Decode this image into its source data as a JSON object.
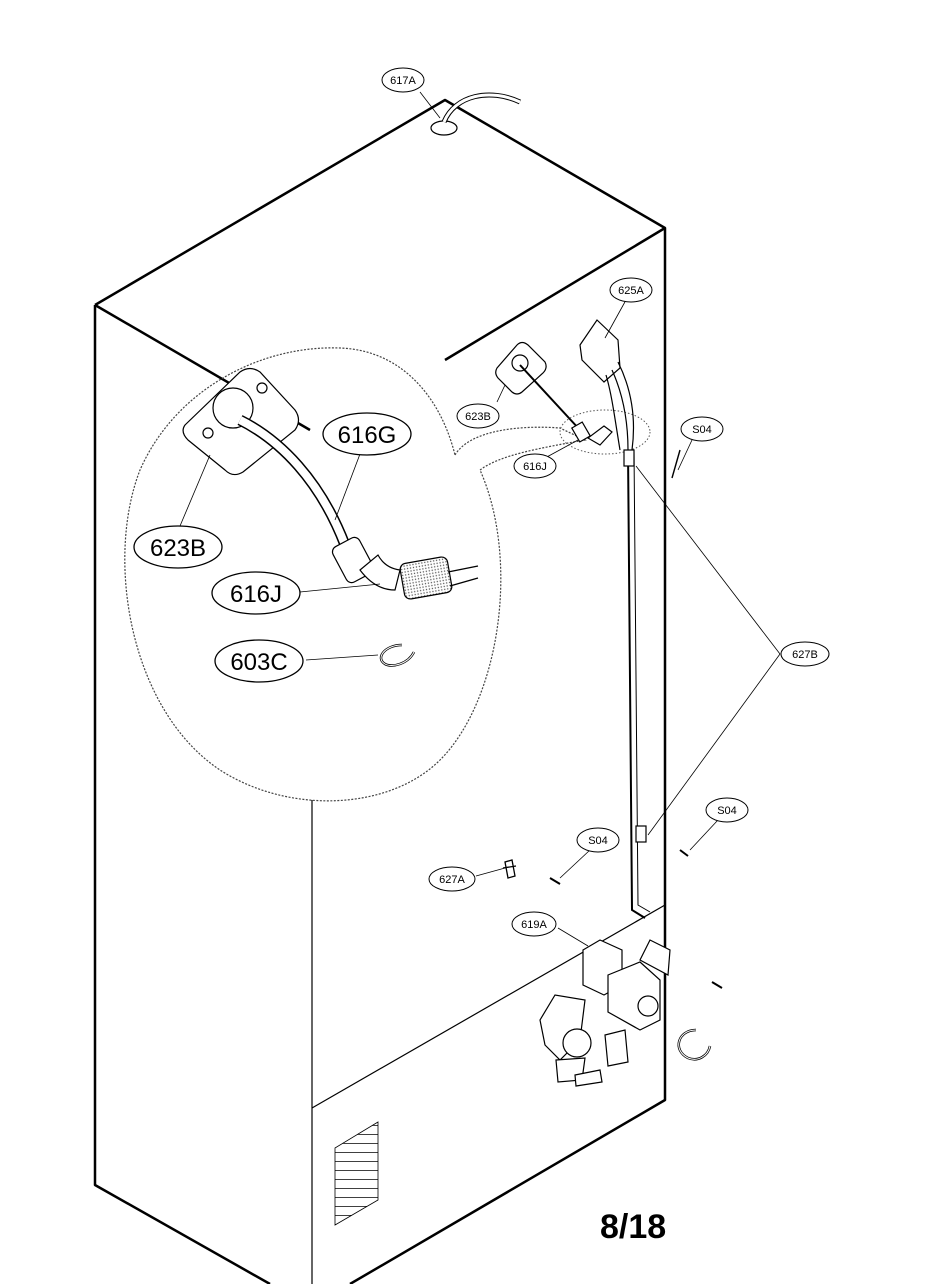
{
  "callouts": {
    "c617A": "617A",
    "c625A": "625A",
    "c623B_small": "623B",
    "c616J_small": "616J",
    "cS04_a": "S04",
    "c627B": "627B",
    "cS04_b": "S04",
    "cS04_c": "S04",
    "c627A": "627A",
    "c619A": "619A",
    "c616G_large": "616G",
    "c623B_large": "623B",
    "c616J_large": "616J",
    "c603C_large": "603C"
  },
  "page_number": "8/18"
}
